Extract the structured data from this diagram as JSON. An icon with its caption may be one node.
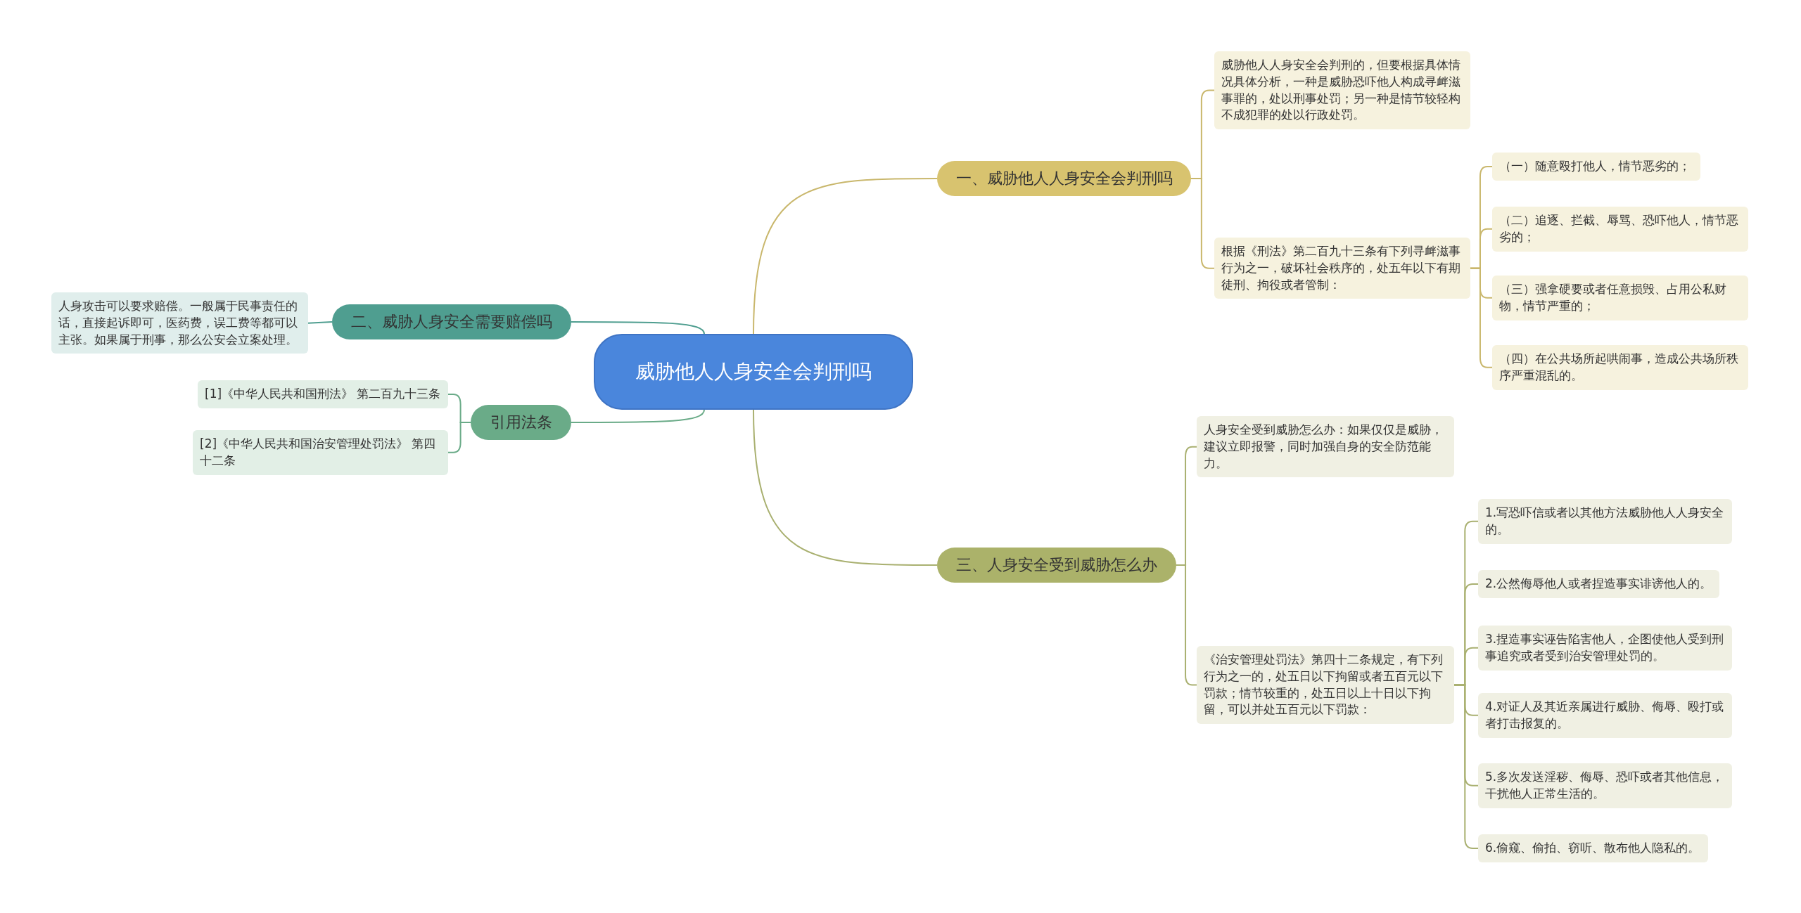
{
  "diagram": {
    "nodes": [
      {
        "text": [
          "威胁他人人身安全会判刑吗"
        ]
      },
      {
        "text": [
          "一、威胁他人人身安全会判刑吗"
        ]
      },
      {
        "text": [
          "威胁他人人身安全会判刑的，但要根据具体情况具体分析，一种是威胁恐吓他人构成寻衅滋事罪的，处以刑事处罚；另一种是情节较轻构不成犯罪的处以行政处罚。"
        ]
      },
      {
        "text": [
          "根据《刑法》第二百九十三条有下列寻衅滋事行为之一，破坏社会秩序的，处五年以下有期徒刑、拘役或者管制："
        ]
      },
      {
        "text": [
          "（一）随意殴打他人，情节恶劣的；"
        ]
      },
      {
        "text": [
          "（二）追逐、拦截、辱骂、恐吓他人，情节恶劣的；"
        ]
      },
      {
        "text": [
          "（三）强拿硬要或者任意损毁、占用公私财物，情节严重的；"
        ]
      },
      {
        "text": [
          "（四）在公共场所起哄闹事，造成公共场所秩序严重混乱的。"
        ]
      },
      {
        "text": [
          "二、威胁人身安全需要赔偿吗"
        ]
      },
      {
        "text": [
          "人身攻击可以要求赔偿。一般属于民事责任的话，直接起诉即可，医药费，误工费等都可以主张。如果属于刑事，那么公安会立案处理。"
        ]
      },
      {
        "text": [
          "引用法条"
        ]
      },
      {
        "text": [
          "[1]《中华人民共和国刑法》 第二百九十三条"
        ]
      },
      {
        "text": [
          "[2]《中华人民共和国治安管理处罚法》 第四十二条"
        ]
      },
      {
        "text": [
          "三、人身安全受到威胁怎么办"
        ]
      },
      {
        "text": [
          "人身安全受到威胁怎么办：如果仅仅是威胁，建议立即报警，同时加强自身的安全防范能力。"
        ]
      },
      {
        "text": [
          "《治安管理处罚法》第四十二条规定，有下列行为之一的，处五日以下拘留或者五百元以下罚款；情节较重的，处五日以上十日以下拘留，可以并处五百元以下罚款："
        ]
      },
      {
        "text": [
          "1.写恐吓信或者以其他方法威胁他人人身安全的。"
        ]
      },
      {
        "text": [
          "2.公然侮辱他人或者捏造事实诽谤他人的。"
        ]
      },
      {
        "text": [
          "3.捏造事实诬告陷害他人，企图使他人受到刑事追究或者受到治安管理处罚的。"
        ]
      },
      {
        "text": [
          "4.对证人及其近亲属进行威胁、侮辱、殴打或者打击报复的。"
        ]
      },
      {
        "text": [
          "5.多次发送淫秽、侮辱、恐吓或者其他信息，干扰他人正常生活的。"
        ]
      },
      {
        "text": [
          "6.偷窥、偷拍、窃听、散布他人隐私的。"
        ]
      }
    ],
    "edges": [
      {
        "from": 0,
        "to": 1,
        "arrow": "none",
        "color": "#c9b76c"
      },
      {
        "from": 1,
        "to": 2,
        "arrow": "none",
        "color": "#c9b76c"
      },
      {
        "from": 1,
        "to": 3,
        "arrow": "none",
        "color": "#c9b76c"
      },
      {
        "from": 3,
        "to": 4,
        "arrow": "none",
        "color": "#c9b76c"
      },
      {
        "from": 3,
        "to": 5,
        "arrow": "none",
        "color": "#c9b76c"
      },
      {
        "from": 3,
        "to": 6,
        "arrow": "none",
        "color": "#c9b76c"
      },
      {
        "from": 3,
        "to": 7,
        "arrow": "none",
        "color": "#c9b76c"
      },
      {
        "from": 0,
        "to": 8,
        "arrow": "none",
        "color": "#4f9e90"
      },
      {
        "from": 8,
        "to": 9,
        "arrow": "none",
        "color": "#4f9e90"
      },
      {
        "from": 0,
        "to": 10,
        "arrow": "none",
        "color": "#6aab88"
      },
      {
        "from": 10,
        "to": 11,
        "arrow": "none",
        "color": "#6aab88"
      },
      {
        "from": 10,
        "to": 12,
        "arrow": "none",
        "color": "#6aab88"
      },
      {
        "from": 0,
        "to": 13,
        "arrow": "none"
      },
      {
        "from": 13,
        "to": 14,
        "arrow": "none"
      },
      {
        "from": 13,
        "to": 15,
        "arrow": "none"
      },
      {
        "from": 15,
        "to": 16,
        "arrow": "none"
      },
      {
        "from": 15,
        "to": 17,
        "arrow": "none"
      },
      {
        "from": 15,
        "to": 18,
        "arrow": "none"
      },
      {
        "from": 15,
        "to": 19,
        "arrow": "none"
      },
      {
        "from": 15,
        "to": 20,
        "arrow": "none"
      },
      {
        "from": 15,
        "to": 21,
        "arrow": "none"
      }
    ]
  }
}
